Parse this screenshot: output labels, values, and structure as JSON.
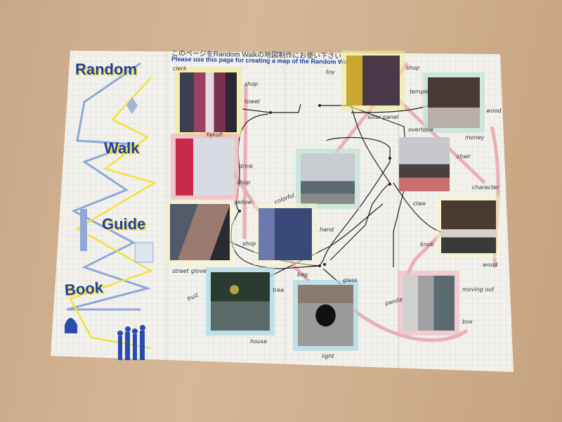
{
  "cover": {
    "title_words": [
      "Random",
      "Walk",
      "Guide",
      "Book"
    ]
  },
  "header": {
    "instruction_jp": "このページをRandom Walkの地図制作にお使い下さい",
    "instruction_en": "Please use this page for creating a map of the Random Walk"
  },
  "labels": {
    "clerk": "clerk",
    "shop1": "shop",
    "towel": "towel",
    "yakult": "Yakult",
    "drink": "drink",
    "shop2": "shop",
    "yellow": "yellow",
    "colorful": "colorful",
    "shop3": "shop",
    "hand": "hand",
    "street": "street",
    "glove": "glove",
    "fruit": "fruit",
    "tree": "tree",
    "house": "house",
    "bag": "bag",
    "glass": "glass",
    "light": "light",
    "toy": "toy",
    "shop4": "shop",
    "solar_panel": "solar panel",
    "temple": "temple",
    "wood1": "wood",
    "money": "money",
    "overtone": "overtone",
    "chair": "chair",
    "claw": "claw",
    "character": "character",
    "knob": "knob",
    "wood2": "wood",
    "panda": "panda",
    "moving_out": "moving out",
    "box": "box"
  },
  "colors": {
    "title_blue": "#1e3fa8",
    "highlight_yellow": "#f2e23a",
    "pink_marker": "#eaa0a8",
    "blue_marker": "#a9d8e6",
    "mint_marker": "#bfe3d6"
  }
}
